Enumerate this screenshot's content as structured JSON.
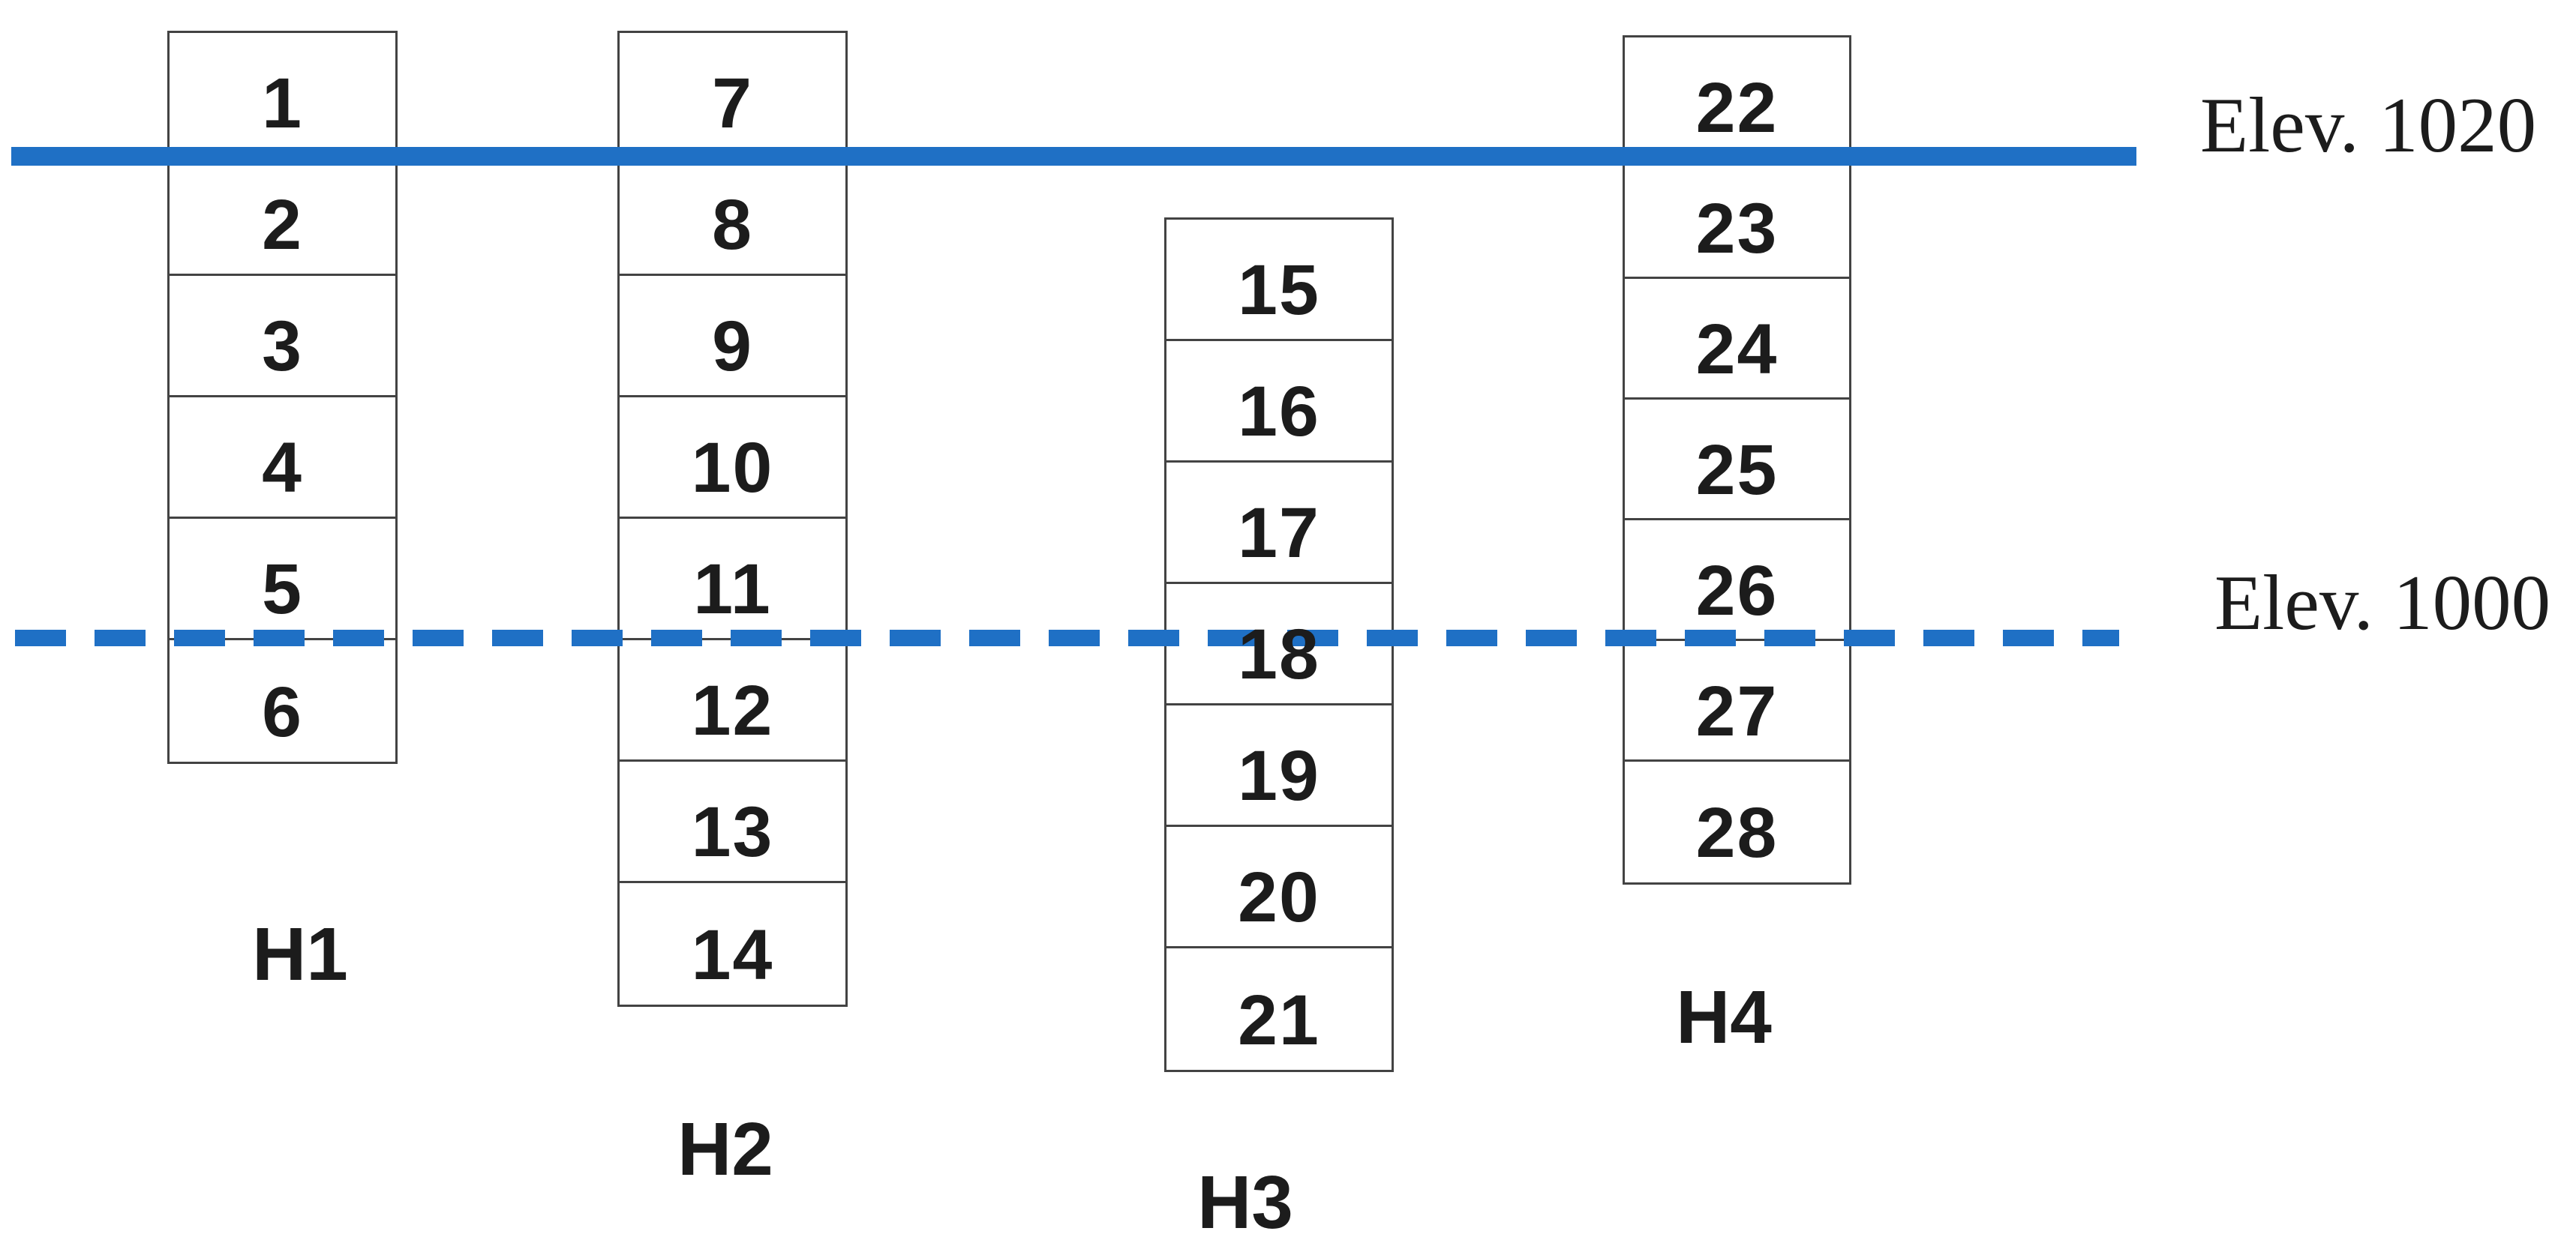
{
  "diagram_title": "",
  "columns": [
    {
      "id": "H1",
      "label": "H1",
      "cells": [
        "1",
        "2",
        "3",
        "4",
        "5",
        "6"
      ]
    },
    {
      "id": "H2",
      "label": "H2",
      "cells": [
        "7",
        "8",
        "9",
        "10",
        "11",
        "12",
        "13",
        "14"
      ]
    },
    {
      "id": "H3",
      "label": "H3",
      "cells": [
        "15",
        "16",
        "17",
        "18",
        "19",
        "20",
        "21"
      ]
    },
    {
      "id": "H4",
      "label": "H4",
      "cells": [
        "22",
        "23",
        "24",
        "25",
        "26",
        "27",
        "28"
      ]
    }
  ],
  "elevation_lines": [
    {
      "label": "Elev. 1020",
      "value": 1020,
      "style": "solid"
    },
    {
      "label": "Elev. 1000",
      "value": 1000,
      "style": "dashed"
    }
  ],
  "colors": {
    "elevation_line_blue": "#1f70c5",
    "cell_border": "#434343",
    "text": "#1c1c1c",
    "background": "#ffffff"
  }
}
